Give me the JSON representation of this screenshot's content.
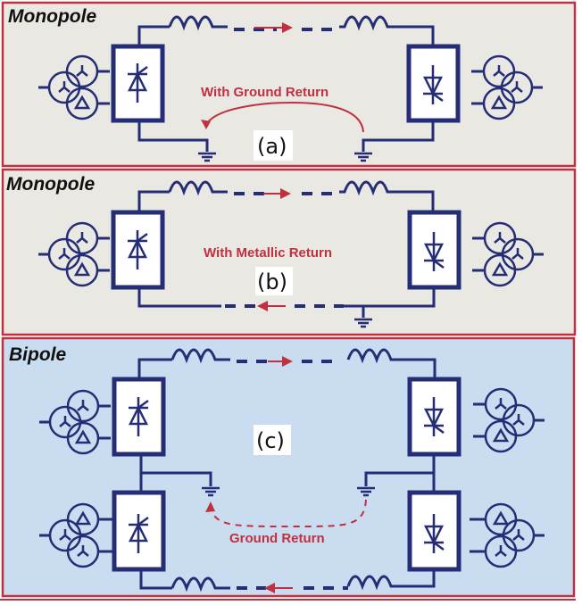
{
  "panels": [
    {
      "id": "a",
      "title": "Monopole",
      "caption": "With Ground Return",
      "label": "(a)"
    },
    {
      "id": "b",
      "title": "Monopole",
      "caption": "With Metallic Return",
      "label": "(b)"
    },
    {
      "id": "c",
      "title": "Bipole",
      "caption": "Ground Return",
      "label": "(c)"
    }
  ],
  "colors": {
    "border": "#c0303e",
    "wire": "#242d75",
    "monopole_bg": "#e9e8e3",
    "bipole_bg": "#c9dcf0",
    "annotation": "#c0303e"
  }
}
